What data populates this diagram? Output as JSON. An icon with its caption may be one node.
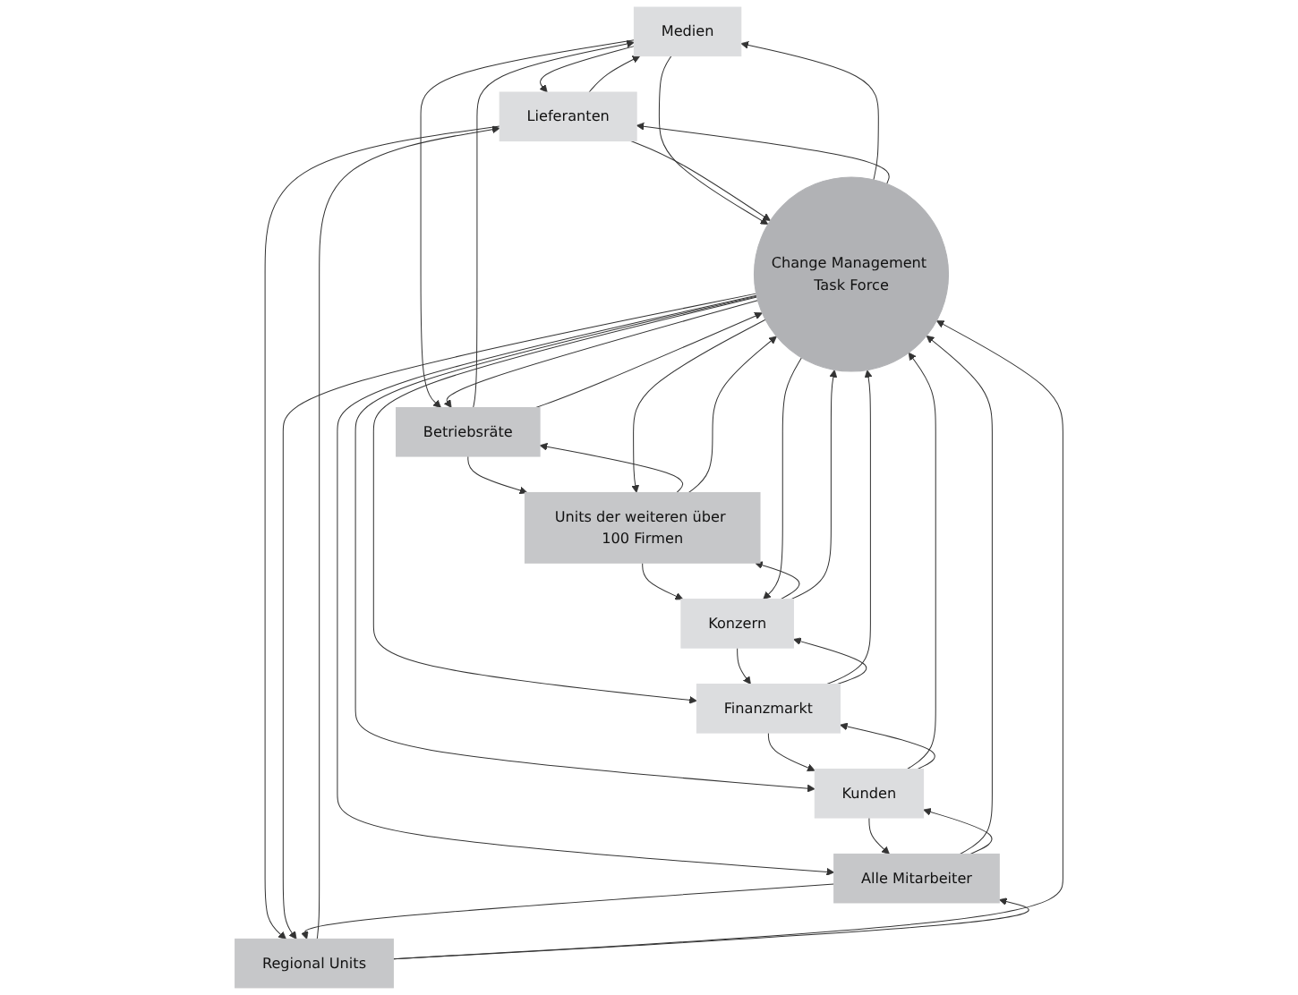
{
  "diagram": {
    "nodes": [
      {
        "text": [
          "Medien"
        ]
      },
      {
        "text": [
          "Lieferanten"
        ]
      },
      {
        "text": [
          "Betriebsräte"
        ]
      },
      {
        "text": [
          "Regional Units"
        ]
      },
      {
        "text": [
          "Change Management Task Force"
        ]
      },
      {
        "text": [
          "Units der weiteren über 100 Firmen"
        ]
      },
      {
        "text": [
          "Alle Mitarbeiter"
        ]
      },
      {
        "text": [
          "Konzern"
        ]
      },
      {
        "text": [
          "Kunden"
        ]
      },
      {
        "text": [
          "Finanzmarkt"
        ]
      }
    ],
    "edges": [
      {
        "from": 1,
        "to": 0,
        "arrow": "to"
      },
      {
        "from": 0,
        "to": 1,
        "arrow": "to"
      },
      {
        "from": 2,
        "to": 0,
        "arrow": "to"
      },
      {
        "from": 0,
        "to": 2,
        "arrow": "to"
      },
      {
        "from": 4,
        "to": 0,
        "arrow": "to"
      },
      {
        "from": 0,
        "to": 4,
        "arrow": "to"
      },
      {
        "from": 4,
        "to": 1,
        "arrow": "to"
      },
      {
        "from": 1,
        "to": 4,
        "arrow": "to"
      },
      {
        "from": 1,
        "to": 3,
        "arrow": "to"
      },
      {
        "from": 3,
        "to": 1,
        "arrow": "to"
      },
      {
        "from": 4,
        "to": 2,
        "arrow": "to"
      },
      {
        "from": 2,
        "to": 4,
        "arrow": "to"
      },
      {
        "from": 4,
        "to": 3,
        "arrow": "to"
      },
      {
        "from": 3,
        "to": 4,
        "arrow": "to"
      },
      {
        "from": 5,
        "to": 2,
        "arrow": "to"
      },
      {
        "from": 2,
        "to": 5,
        "arrow": "to"
      },
      {
        "from": 4,
        "to": 5,
        "arrow": "to"
      },
      {
        "from": 5,
        "to": 4,
        "arrow": "to"
      },
      {
        "from": 3,
        "to": 6,
        "arrow": "to"
      },
      {
        "from": 6,
        "to": 3,
        "arrow": "to"
      },
      {
        "from": 6,
        "to": 4,
        "arrow": "to"
      },
      {
        "from": 4,
        "to": 6,
        "arrow": "to"
      },
      {
        "from": 5,
        "to": 7,
        "arrow": "to"
      },
      {
        "from": 7,
        "to": 5,
        "arrow": "to"
      },
      {
        "from": 4,
        "to": 7,
        "arrow": "to"
      },
      {
        "from": 7,
        "to": 4,
        "arrow": "to"
      },
      {
        "from": 8,
        "to": 4,
        "arrow": "to"
      },
      {
        "from": 4,
        "to": 8,
        "arrow": "to"
      },
      {
        "from": 6,
        "to": 8,
        "arrow": "to"
      },
      {
        "from": 8,
        "to": 6,
        "arrow": "to"
      },
      {
        "from": 4,
        "to": 9,
        "arrow": "to"
      },
      {
        "from": 9,
        "to": 4,
        "arrow": "to"
      },
      {
        "from": 9,
        "to": 7,
        "arrow": "to"
      },
      {
        "from": 7,
        "to": 9,
        "arrow": "to"
      },
      {
        "from": 8,
        "to": 9,
        "arrow": "to"
      },
      {
        "from": 9,
        "to": 8,
        "arrow": "to"
      }
    ]
  }
}
